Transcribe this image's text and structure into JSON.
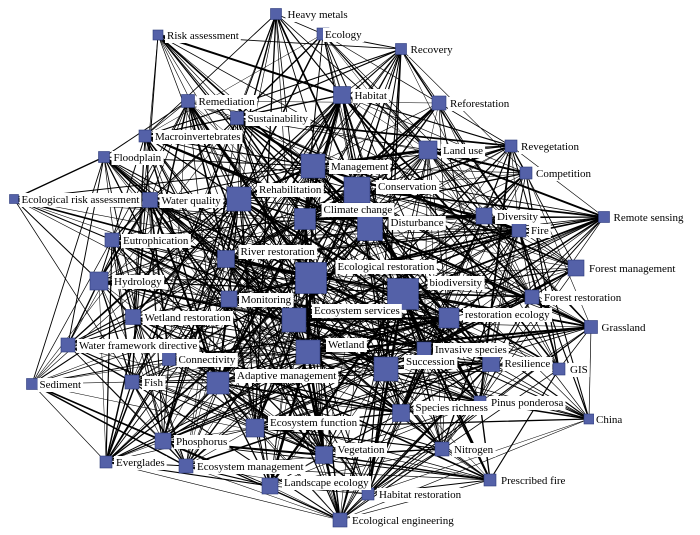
{
  "graph": {
    "node_color": "#5461a8",
    "edge_color": "#000000",
    "nodes": [
      {
        "id": "heavy_metals",
        "label": "Heavy metals"
      },
      {
        "id": "risk_assessment",
        "label": "Risk assessment"
      },
      {
        "id": "ecology",
        "label": "Ecology"
      },
      {
        "id": "recovery",
        "label": "Recovery"
      },
      {
        "id": "remediation",
        "label": "Remediation"
      },
      {
        "id": "habitat",
        "label": "Habitat"
      },
      {
        "id": "reforestation",
        "label": "Reforestation"
      },
      {
        "id": "sustainability",
        "label": "Sustainability"
      },
      {
        "id": "macroinvertebrates",
        "label": "Macroinvertebrates"
      },
      {
        "id": "floodplain",
        "label": "Floodplain"
      },
      {
        "id": "land_use",
        "label": "Land use"
      },
      {
        "id": "revegetation",
        "label": "Revegetation"
      },
      {
        "id": "management",
        "label": "Management"
      },
      {
        "id": "competition",
        "label": "Competition"
      },
      {
        "id": "conservation",
        "label": "Conservation"
      },
      {
        "id": "ecological_risk_assessment",
        "label": "Ecological risk assessment"
      },
      {
        "id": "water_quality",
        "label": "Water quality"
      },
      {
        "id": "rehabilitation",
        "label": "Rehabilitation"
      },
      {
        "id": "diversity",
        "label": "Diversity"
      },
      {
        "id": "remote_sensing",
        "label": "Remote sensing"
      },
      {
        "id": "climate_change",
        "label": "Climate change"
      },
      {
        "id": "disturbance",
        "label": "Disturbance"
      },
      {
        "id": "fire",
        "label": "Fire"
      },
      {
        "id": "eutrophication",
        "label": "Eutrophication"
      },
      {
        "id": "river_restoration",
        "label": "River restoration"
      },
      {
        "id": "ecological_restoration",
        "label": "Ecological restoration"
      },
      {
        "id": "forest_management",
        "label": "Forest management"
      },
      {
        "id": "hydrology",
        "label": "Hydrology"
      },
      {
        "id": "biodiversity",
        "label": "biodiversity"
      },
      {
        "id": "monitoring",
        "label": "Monitoring"
      },
      {
        "id": "forest_restoration",
        "label": "Forest restoration"
      },
      {
        "id": "wetland_restoration",
        "label": "Wetland restoration"
      },
      {
        "id": "ecosystem_services",
        "label": "Ecosystem services"
      },
      {
        "id": "restoration_ecology",
        "label": "restoration ecology"
      },
      {
        "id": "grassland",
        "label": "Grassland"
      },
      {
        "id": "water_framework_directive",
        "label": "Water framework directive"
      },
      {
        "id": "wetland",
        "label": "Wetland"
      },
      {
        "id": "invasive_species",
        "label": "Invasive species"
      },
      {
        "id": "connectivity",
        "label": "Connectivity"
      },
      {
        "id": "resilience",
        "label": "Resilience"
      },
      {
        "id": "sediment",
        "label": "Sediment"
      },
      {
        "id": "fish",
        "label": "Fish"
      },
      {
        "id": "adaptive_management",
        "label": "Adaptive management"
      },
      {
        "id": "succession",
        "label": "Succession"
      },
      {
        "id": "gis",
        "label": "GIS"
      },
      {
        "id": "pinus_ponderosa",
        "label": "Pinus ponderosa"
      },
      {
        "id": "species_richness",
        "label": "Species richness"
      },
      {
        "id": "china",
        "label": "China"
      },
      {
        "id": "ecosystem_function",
        "label": "Ecosystem function"
      },
      {
        "id": "phosphorus",
        "label": "Phosphorus"
      },
      {
        "id": "nitrogen",
        "label": "Nitrogen"
      },
      {
        "id": "vegetation",
        "label": "Vegetation"
      },
      {
        "id": "everglades",
        "label": "Everglades"
      },
      {
        "id": "ecosystem_management",
        "label": "Ecosystem management"
      },
      {
        "id": "prescribed_fire",
        "label": "Prescribed fire"
      },
      {
        "id": "landscape_ecology",
        "label": "Landscape ecology"
      },
      {
        "id": "habitat_restoration",
        "label": "Habitat restoration"
      },
      {
        "id": "ecological_engineering",
        "label": "Ecological engineering"
      }
    ]
  }
}
